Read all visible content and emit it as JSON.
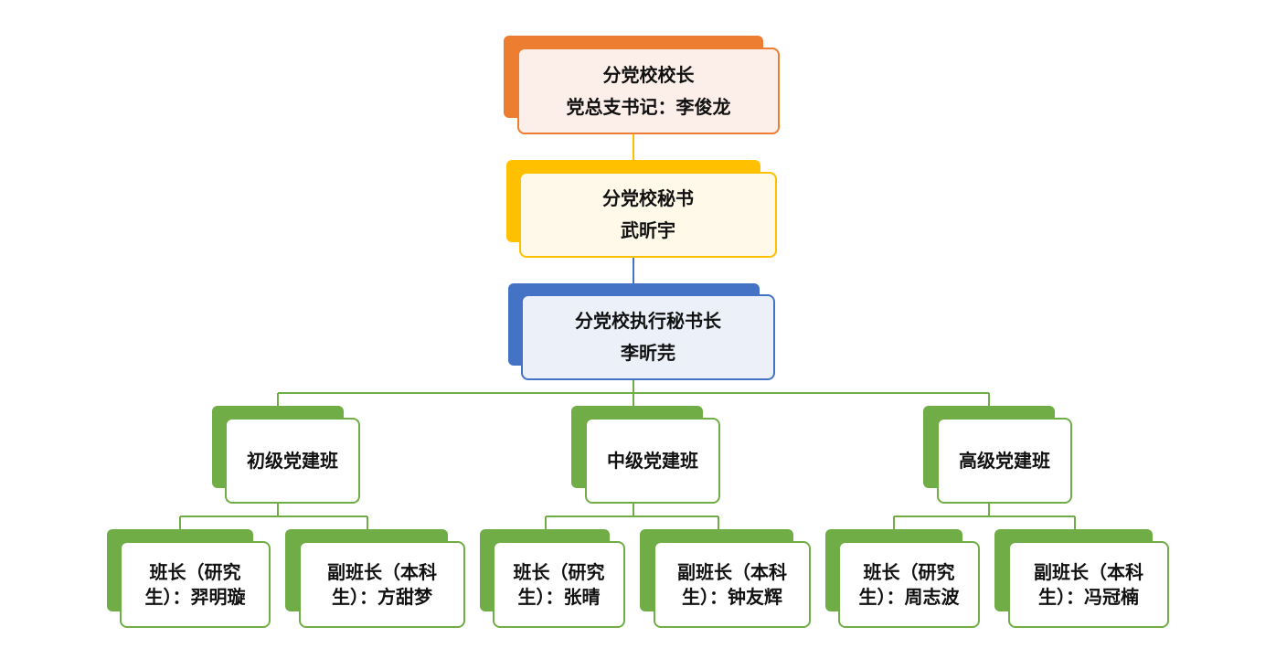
{
  "colors": {
    "orange": "#ED7D31",
    "orange_light": "#FCEFEA",
    "gold": "#FFC000",
    "gold_light": "#FFF9EA",
    "blue": "#4472C4",
    "blue_light": "#ECF1F9",
    "green": "#70AD47",
    "green_light": "#FFFFFF"
  },
  "principal": {
    "title": "分党校校长",
    "name": "党总支书记：李俊龙"
  },
  "secretary": {
    "title": "分党校秘书",
    "name": "武昕宇"
  },
  "exec_secretary": {
    "title": "分党校执行秘书长",
    "name": "李昕芫"
  },
  "classes": [
    {
      "name": "初级党建班",
      "leader": {
        "line1": "班长（研究",
        "line2": "生）：羿明璇"
      },
      "deputy": {
        "line1": "副班长（本科",
        "line2": "生）：方甜梦"
      }
    },
    {
      "name": "中级党建班",
      "leader": {
        "line1": "班长（研究",
        "line2": "生）：张晴"
      },
      "deputy": {
        "line1": "副班长（本科",
        "line2": "生）：钟友辉"
      }
    },
    {
      "name": "高级党建班",
      "leader": {
        "line1": "班长（研究",
        "line2": "生）：周志波"
      },
      "deputy": {
        "line1": "副班长（本科",
        "line2": "生）：冯冠楠"
      }
    }
  ]
}
